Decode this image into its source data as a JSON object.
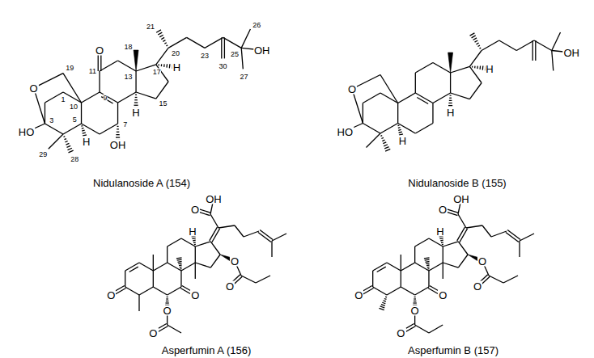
{
  "diagram": {
    "labels": [
      "O",
      "19",
      "11",
      "18",
      "21",
      "20",
      "23",
      "26",
      "O",
      "1",
      "10",
      "13",
      "H",
      "17",
      "25",
      "OH",
      "30",
      "27",
      "9",
      "15",
      "H",
      "HO",
      "3",
      "5",
      "H",
      "7",
      "29",
      "28",
      "OH",
      "Nidulanoside A (154)",
      "O",
      "H",
      "OH",
      "H",
      "HO",
      "H",
      "Nidulanoside B (155)",
      "OH",
      "O",
      "H",
      "O",
      "O",
      "O",
      "O",
      "O",
      "O",
      "Asperfumin A (156)",
      "OH",
      "O",
      "H",
      "O",
      "O",
      "O",
      "O",
      "O",
      "O",
      "Asperfumin B (157)"
    ]
  }
}
